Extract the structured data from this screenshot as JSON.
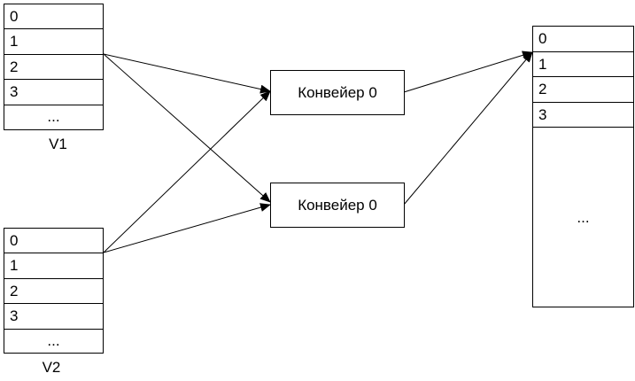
{
  "v1": {
    "cells": [
      "0",
      "1",
      "2",
      "3",
      "..."
    ],
    "label": "V1"
  },
  "v2": {
    "cells": [
      "0",
      "1",
      "2",
      "3",
      "..."
    ],
    "label": "V2"
  },
  "conveyors": [
    "Конвейер 0",
    "Конвейер 0"
  ],
  "output": {
    "cells": [
      "0",
      "1",
      "2",
      "3"
    ],
    "rest": "..."
  }
}
